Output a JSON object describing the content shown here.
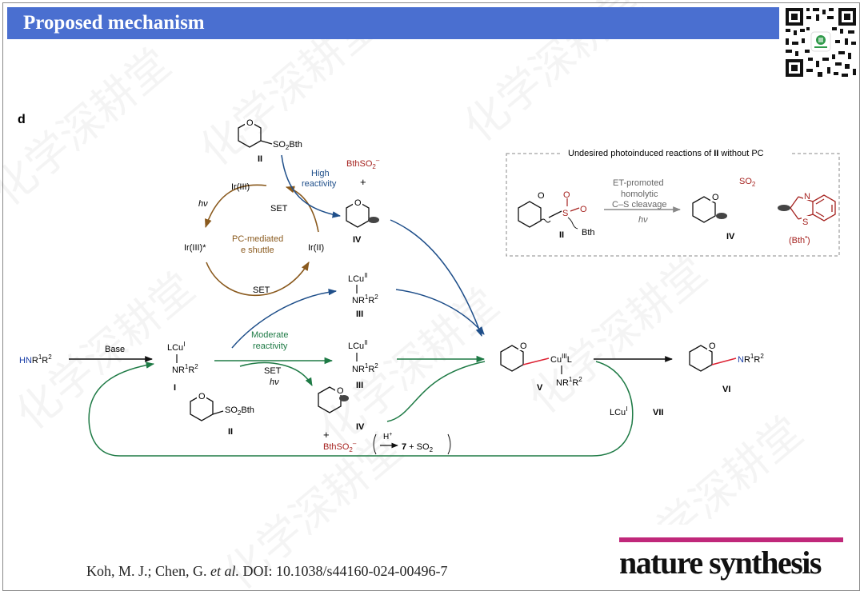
{
  "slide": {
    "title": "Proposed mechanism",
    "panel_label": "d",
    "citation_authors": "Koh, M. J.; Chen, G. ",
    "citation_etal": "et al.",
    "citation_doi": " DOI: 10.1038/s44160-024-00496-7",
    "journal": "nature synthesis",
    "watermark_text": "化学深耕堂"
  },
  "colors": {
    "title_bg": "#4a6fd0",
    "blue_arrow": "#1f4f8a",
    "green_arrow": "#1e7a45",
    "brown_arrow": "#8a5a1e",
    "red_text": "#a5221f",
    "blue_text": "#1a3fa8",
    "journal_accent": "#c0287a"
  },
  "scheme": {
    "reagent_amine": {
      "hn": "HN",
      "r": "R",
      "s1": "1",
      "r2": "R",
      "s2": "2"
    },
    "base_label": "Base",
    "sulfone_label": "SO",
    "sulfone_sub": "2",
    "sulfone_tail": "Bth",
    "roman": {
      "I": "I",
      "II": "II",
      "III": "III",
      "IV": "IV",
      "V": "V",
      "VI": "VI",
      "VII": "VII"
    },
    "lcu_I": "LCu",
    "lcu_I_sup": "I",
    "lcu_II": "LCu",
    "lcu_II_sup": "II",
    "nr": "NR",
    "nr_s1": "1",
    "nr_r2": "R",
    "nr_s2": "2",
    "cu_III": "Cu",
    "cu_III_sup": "III",
    "cu_L": "L",
    "ir_III": "Ir(III)",
    "ir_III_star": "Ir(III)*",
    "ir_II": "Ir(II)",
    "hv": "hν",
    "set": "SET",
    "pc_mediated_1": "PC-mediated",
    "pc_mediated_2": "e shuttle",
    "high_reactivity_1": "High",
    "high_reactivity_2": "reactivity",
    "moderate_reactivity_1": "Moderate",
    "moderate_reactivity_2": "reactivity",
    "bthso2": "BthSO",
    "bthso2_sub": "2",
    "bthso2_sup": "–",
    "plus": "+",
    "h_plus": "H",
    "h_plus_sup": "+",
    "seven_so2_a": "7",
    "seven_so2_b": " + SO",
    "seven_so2_sub": "2",
    "o_atom": "O",
    "s_atom": "S",
    "n_atom": "N"
  },
  "inset": {
    "title_a": "Undesired photoinduced reactions of ",
    "title_b": "II",
    "title_c": " without PC",
    "et_1": "ET-promoted",
    "et_2": "homolytic",
    "et_3": "C–S cleavage",
    "hv": "hν",
    "so2": "SO",
    "so2_sub": "2",
    "bth": "Bth",
    "bth_radical": "(Bth",
    "bth_radical_dot": "•",
    "bth_radical_close": ")"
  }
}
